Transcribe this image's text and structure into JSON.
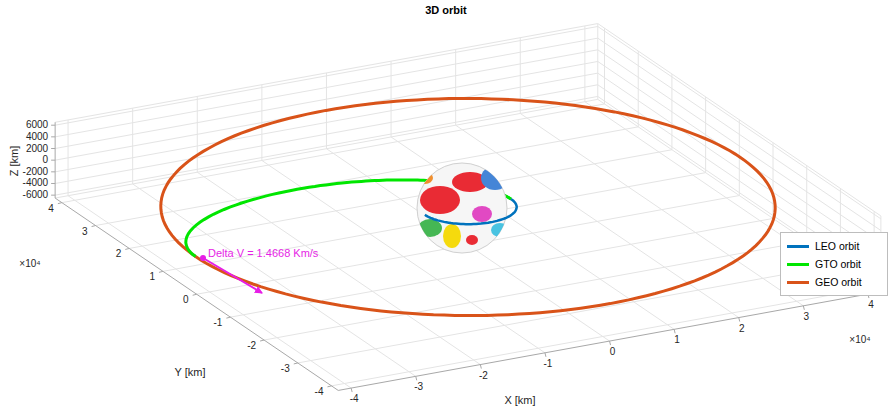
{
  "diagram": {
    "title": "3D orbit",
    "labels": [
      "Delta V = 1.4668 Km/s",
      "Z [km]",
      "6000",
      "4000",
      "2000",
      "0",
      "-2000",
      "-4000",
      "-6000",
      "Y [km]",
      "×10⁴",
      "4",
      "3",
      "2",
      "1",
      "0",
      "-1",
      "-2",
      "-3",
      "-4",
      "X [km]",
      "×10⁴",
      "-4",
      "-3",
      "-2",
      "-1",
      "0",
      "1",
      "2",
      "3",
      "4"
    ],
    "legend": [
      {
        "text": "LEO orbit",
        "color": "#0072BD"
      },
      {
        "text": "GTO orbit",
        "color": "#00E600"
      },
      {
        "text": "GEO orbit",
        "color": "#D95319"
      }
    ]
  }
}
